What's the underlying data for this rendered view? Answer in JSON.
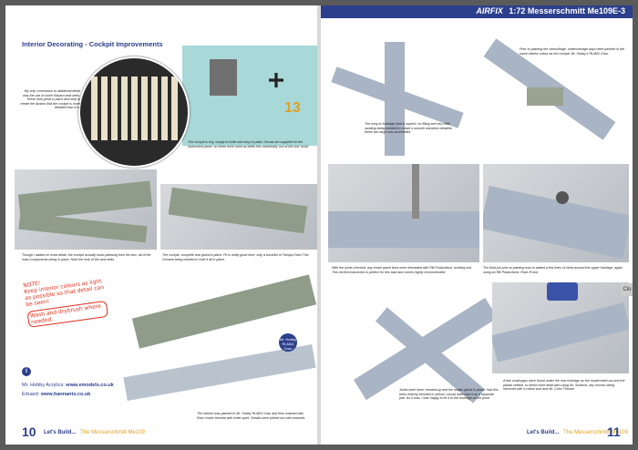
{
  "header": {
    "brand": "AIRFIX",
    "title": "1:72 Messerschmitt Me109E-3"
  },
  "section_title": "Interior Decorating - Cockpit Improvements",
  "captions": {
    "belts": "My only concession to additional detail was the use of some Eduard seat belts. These look great in place and help to create the illusion that the cockpit is more detailed than it is.",
    "cockpit_tiny": "The cockpit is tiny, simply to build and easy to paint. Decals are supplied for the instrument panel, so these were used as befits this essentially 'out-of-the-box' build.",
    "cockpit_complete": "The cockpit, complete and glued in place. Fit is really good here, only a brushful of Tamiya Extra Thin Cement being needed to hold it all in place.",
    "seat_belts": "Though I added no extra detail, the cockpit actually looks pleasing from the box, all of the main components being in place. Note the look of the seat belts.",
    "interior_painted": "The interior was painted in Mr. Hobby RLM02 Grau and then washed with Raw Umber thinned with white spirit. Details were picked out with enamels.",
    "wing_join": "The wing to fuselage joint is superb, no filling and very little sanding being needed to create a smooth transition between these two large sub-assemblies.",
    "underside": "Prior to painting the camouflage, undercarriage bays were painted in the same interior colour as the cockpit, Mr. Hobby's RLM02 Grau.",
    "panel_lines": "With the joints checked, any errant panel lines were reinstated with RB Productions' scribing tool. This etched instrument is perfect for this task and comes highly recommended.",
    "rivets": "The final job prior to painting was to added a few lines of rivets around the upper fuselage, again using an RB Productions' Rivet-R tool.",
    "joints": "Joints have been cleaned-up and the rudder glued in place. Had this been entirely trimmed in yellow I would have kept it as a separate part. As it was, I was happy to fix it to the fuselage at this point.",
    "gaps": "A few small gaps were found under the rear fuselage as the model dried out and the plastic settled, so these were dealt with using Mr. Surfacer, any excess being removed with a cotton bud and Mr. Color Thinner."
  },
  "note": {
    "line1": "NOTE!",
    "line2": "Keep interior colours as light as possible so that detail can be seen!",
    "line3": "Wash and drybrush where needed."
  },
  "badge": "Mr. Hobby RLM02 Grau",
  "credits": {
    "mr_hobby_label": "Mr. Hobby Acrylics:",
    "mr_hobby_url": "www.emodels.co.uk",
    "eduard_label": "Eduard:",
    "eduard_url": "www.hannants.co.uk"
  },
  "footer": {
    "left_num": "10",
    "right_num": "11",
    "lets_build": "Let's Build...",
    "subject": "The Messerschmitt Me109"
  },
  "tab_hint": "Clo",
  "colors": {
    "accent": "#2c3f8c",
    "highlight": "#e0a020",
    "note_red": "#e0301e"
  }
}
